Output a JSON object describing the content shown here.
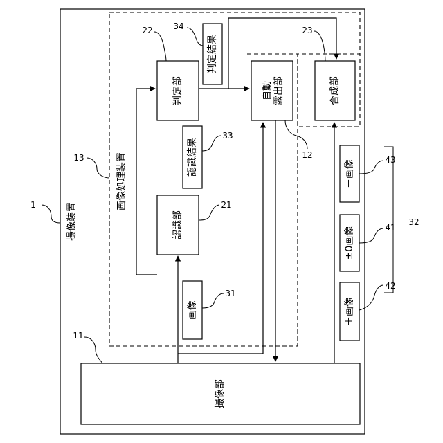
{
  "device": {
    "label": "撮像装置",
    "ref": "1"
  },
  "imaging_unit": {
    "label": "撮像部",
    "ref": "11"
  },
  "processing_device": {
    "label": "画像処理装置",
    "ref": "13"
  },
  "recognition_unit": {
    "label": "認識部",
    "ref": "21"
  },
  "judgment_unit": {
    "label": "判定部",
    "ref": "22"
  },
  "composition_unit": {
    "label": "合成部",
    "ref": "23"
  },
  "auto_exposure_unit": {
    "label": "自動露出部",
    "ref": "12"
  },
  "image_data": {
    "label": "画像",
    "ref": "31"
  },
  "recognition_result": {
    "label": "認識結果",
    "ref": "33"
  },
  "judgment_result": {
    "label": "判定結果",
    "ref": "34"
  },
  "exposure_images": {
    "group_ref": "32",
    "items": [
      {
        "label": "－画像",
        "ref": "43"
      },
      {
        "label": "±0画像",
        "ref": "41"
      },
      {
        "label": "＋画像",
        "ref": "42"
      }
    ]
  }
}
